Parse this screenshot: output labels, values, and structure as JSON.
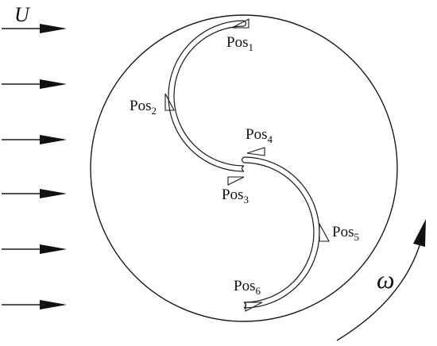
{
  "flow_label": "U",
  "rotation_label": "ω",
  "position_markers": [
    {
      "base": "Pos",
      "sub": "1"
    },
    {
      "base": "Pos",
      "sub": "2"
    },
    {
      "base": "Pos",
      "sub": "3"
    },
    {
      "base": "Pos",
      "sub": "4"
    },
    {
      "base": "Pos",
      "sub": "5"
    },
    {
      "base": "Pos",
      "sub": "6"
    }
  ],
  "icons": {
    "flow_arrow": "arrow-right",
    "rotation_arrow": "curved-arrow",
    "marker": "triangle"
  },
  "colors": {
    "stroke": "#1a1a1a",
    "background": "#ffffff"
  }
}
